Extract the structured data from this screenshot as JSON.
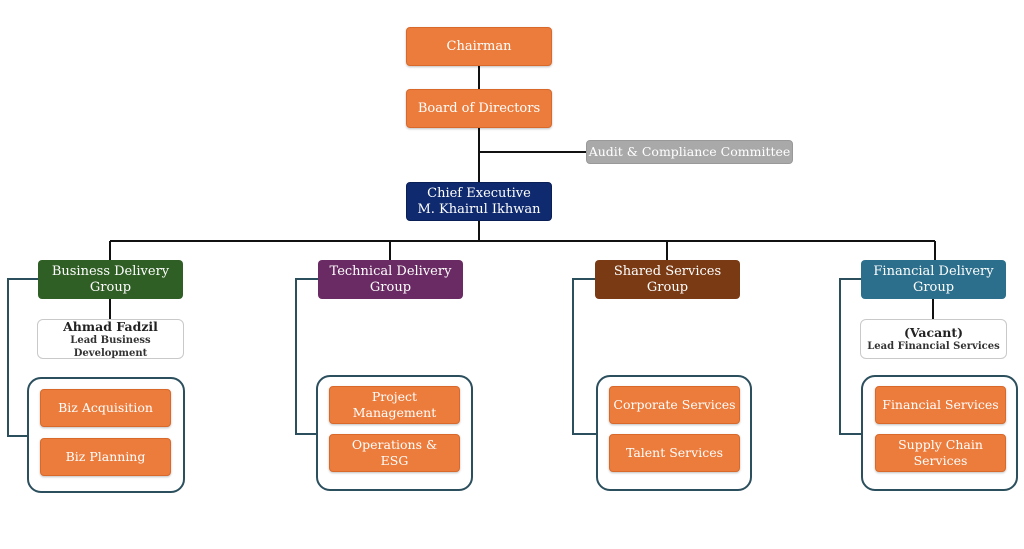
{
  "chairman": "Chairman",
  "board": "Board of Directors",
  "audit": "Audit & Compliance Committee",
  "ceo": {
    "title": "Chief Executive",
    "name": "M. Khairul Ikhwan"
  },
  "groups": [
    {
      "name": "Business Delivery\nGroup",
      "color": "#2f5f25",
      "lead": {
        "name": "Ahmad Fadzil",
        "role": "Lead Business Development"
      },
      "units": [
        "Biz Acquisition",
        "Biz Planning"
      ]
    },
    {
      "name": "Technical Delivery\nGroup",
      "color": "#6a2a63",
      "units": [
        "Project\nManagement",
        "Operations &\nESG"
      ]
    },
    {
      "name": "Shared Services\nGroup",
      "color": "#7a3a14",
      "units": [
        "Corporate Services",
        "Talent Services"
      ]
    },
    {
      "name": "Financial Delivery\nGroup",
      "color": "#2b6f8c",
      "lead": {
        "name": "(Vacant)",
        "role": "Lead Financial Services"
      },
      "units": [
        "Financial Services",
        "Supply Chain\nServices"
      ]
    }
  ]
}
